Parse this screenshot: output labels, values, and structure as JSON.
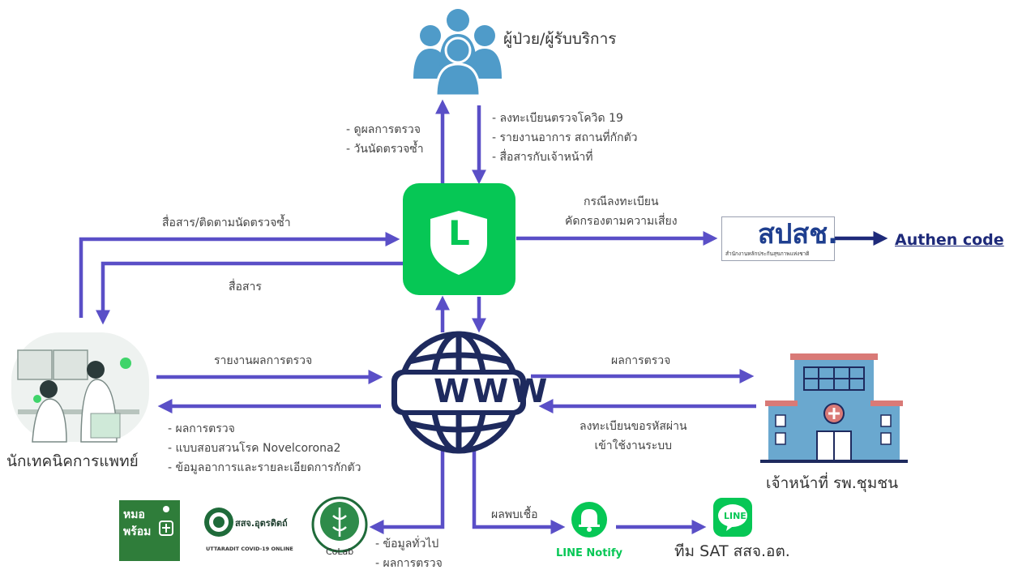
{
  "nodes": {
    "patient": "ผู้ป่วย/ผู้รับบริการ",
    "lab_tech": "นักเทคนิคการแพทย์",
    "hospital_staff": "เจ้าหน้าที่ รพ.ชุมชน",
    "sat_team": "ทีม SAT สสจ.อต.",
    "authen": "Authen code",
    "nhso_logo": "สปสช.",
    "nhso_sub": "สำนักงานหลักประกันสุขภาพแห่งชาติ",
    "line_notify": "LINE Notify",
    "line_badge": "LINE",
    "www": "WWW",
    "line_oa": "L"
  },
  "logos": {
    "mor_prompt_line1": "หมอ",
    "mor_prompt_line2": "พร้อม",
    "uttaradit": "สสจ.อุตรดิตถ์",
    "uttaradit_sub": "UTTARADIT COVID-19 ONLINE",
    "colab": "CoLab"
  },
  "labels": {
    "patient_up": [
      "- ดูผลการตรวจ",
      "- วันนัดตรวจซ้ำ"
    ],
    "patient_down": [
      "- ลงทะเบียนตรวจโควิด 19",
      "- รายงานอาการ สถานที่กักตัว",
      "- สื่อสารกับเจ้าหน้าที่"
    ],
    "register_risk": [
      "กรณีลงทะเบียน",
      "คัดกรองตามความเสี่ยง"
    ],
    "follow_up": "สื่อสาร/ติดตามนัดตรวจซ้ำ",
    "communicate": "สื่อสาร",
    "report_results": "รายงานผลการตรวจ",
    "tech_receive": [
      "- ผลการตรวจ",
      "- แบบสอบสวนโรค Novelcorona2",
      "- ข้อมูลอาการและรายละเอียดการกักตัว"
    ],
    "results_to_hospital": "ผลการตรวจ",
    "hospital_register": [
      "ลงทะเบียนขอรหัสผ่าน",
      "เข้าใช้งานระบบ"
    ],
    "colab_info": [
      "- ข้อมูลทั่วไป",
      "- ผลการตรวจ"
    ],
    "positive_found": "ผลพบเชื้อ"
  },
  "colors": {
    "arrow": "#5a4fc7",
    "line_green": "#06c755",
    "www_navy": "#1e2a5e",
    "people_blue": "#4f9bc9",
    "hospital_blue": "#6aa8cf",
    "hospital_roof": "#d97a77"
  }
}
